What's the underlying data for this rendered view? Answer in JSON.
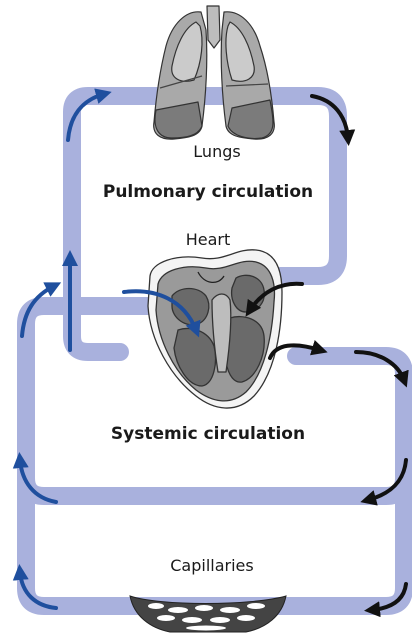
{
  "labels": {
    "lungs": "Lungs",
    "pulmonary": "Pulmonary circulation",
    "heart": "Heart",
    "systemic": "Systemic circulation",
    "capillaries": "Capillaries"
  },
  "colors": {
    "vessel": "#a9b1dd",
    "vessel_edge": "#8f98cc",
    "oxygenated_arrow": "#111111",
    "deoxygenated_arrow": "#1f4f9e",
    "organ_gray": "#9a9a9a",
    "organ_dark": "#5e5e5e",
    "organ_light": "#c4c4c4"
  },
  "icons": [
    "lungs-icon",
    "heart-icon",
    "capillary-bed-icon"
  ]
}
